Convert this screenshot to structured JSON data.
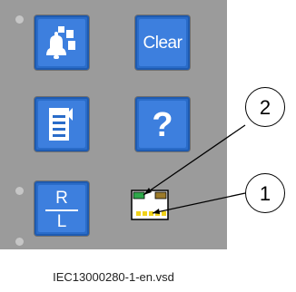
{
  "panel": {
    "buttons": {
      "alarm": {
        "icon": "alarm-bell-icon"
      },
      "clear": {
        "label": "Clear"
      },
      "reset": {
        "icon": "list-reset-icon"
      },
      "help": {
        "label": "?"
      },
      "remote_local": {
        "top_label": "R",
        "bottom_label": "L"
      }
    },
    "ethernet_port": {
      "icon": "ethernet-port-icon"
    },
    "indicator_leds": [
      "led-top",
      "led-middle",
      "led-bottom"
    ]
  },
  "callouts": [
    {
      "number": "2"
    },
    {
      "number": "1"
    }
  ],
  "caption": "IEC13000280-1-en.vsd",
  "colors": {
    "panel": "#9b9b9b",
    "button": "#2a6cc9",
    "port_green": "#2ea84a",
    "port_brown": "#9b7a2a",
    "port_pins": "#f0d21a"
  }
}
